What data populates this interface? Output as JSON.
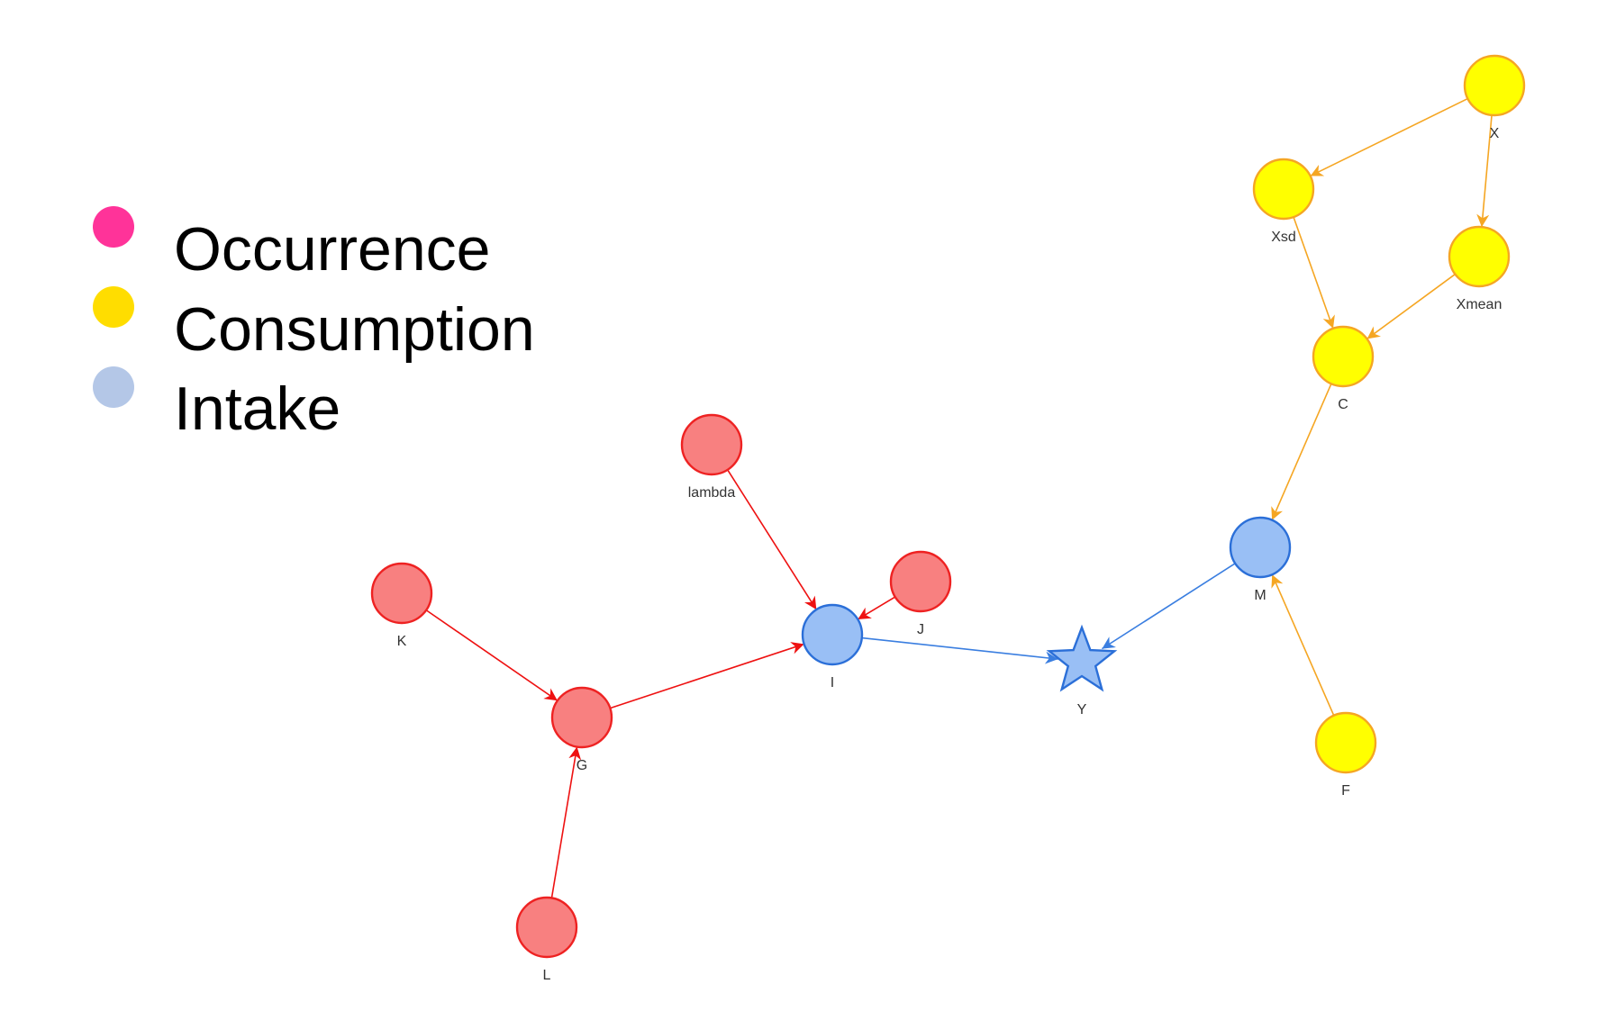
{
  "legend": [
    {
      "key": "occurrence",
      "label": "Occurrence",
      "color": "#ff3399"
    },
    {
      "key": "consumption",
      "label": "Consumption",
      "color": "#ffdd00"
    },
    {
      "key": "intake",
      "label": "Intake",
      "color": "#b4c7e7"
    }
  ],
  "colors": {
    "red_fill": "#f88080",
    "red_stroke": "#ee2222",
    "red_edge": "#ee1111",
    "yellow_fill": "#ffff00",
    "yellow_stroke": "#f5a623",
    "yellow_edge": "#f5a623",
    "blue_fill": "#99bff5",
    "blue_stroke": "#2b6fd8",
    "blue_edge": "#3a7ee0"
  },
  "nodes": [
    {
      "id": "X",
      "label": "X",
      "group": "yellow",
      "shape": "circle"
    },
    {
      "id": "Xsd",
      "label": "Xsd",
      "group": "yellow",
      "shape": "circle"
    },
    {
      "id": "Xmean",
      "label": "Xmean",
      "group": "yellow",
      "shape": "circle"
    },
    {
      "id": "C",
      "label": "C",
      "group": "yellow",
      "shape": "circle"
    },
    {
      "id": "F",
      "label": "F",
      "group": "yellow",
      "shape": "circle"
    },
    {
      "id": "M",
      "label": "M",
      "group": "blue",
      "shape": "circle"
    },
    {
      "id": "I",
      "label": "I",
      "group": "blue",
      "shape": "circle"
    },
    {
      "id": "Y",
      "label": "Y",
      "group": "blue",
      "shape": "star"
    },
    {
      "id": "lambda",
      "label": "lambda",
      "group": "red",
      "shape": "circle"
    },
    {
      "id": "J",
      "label": "J",
      "group": "red",
      "shape": "circle"
    },
    {
      "id": "K",
      "label": "K",
      "group": "red",
      "shape": "circle"
    },
    {
      "id": "G",
      "label": "G",
      "group": "red",
      "shape": "circle"
    },
    {
      "id": "L",
      "label": "L",
      "group": "red",
      "shape": "circle"
    }
  ],
  "edges": [
    {
      "from": "X",
      "to": "Xsd",
      "group": "yellow"
    },
    {
      "from": "X",
      "to": "Xmean",
      "group": "yellow"
    },
    {
      "from": "Xsd",
      "to": "C",
      "group": "yellow"
    },
    {
      "from": "Xmean",
      "to": "C",
      "group": "yellow"
    },
    {
      "from": "C",
      "to": "M",
      "group": "yellow"
    },
    {
      "from": "F",
      "to": "M",
      "group": "yellow"
    },
    {
      "from": "M",
      "to": "Y",
      "group": "blue"
    },
    {
      "from": "I",
      "to": "Y",
      "group": "blue"
    },
    {
      "from": "lambda",
      "to": "I",
      "group": "red"
    },
    {
      "from": "J",
      "to": "I",
      "group": "red"
    },
    {
      "from": "K",
      "to": "G",
      "group": "red"
    },
    {
      "from": "G",
      "to": "I",
      "group": "red"
    },
    {
      "from": "L",
      "to": "G",
      "group": "red"
    }
  ]
}
